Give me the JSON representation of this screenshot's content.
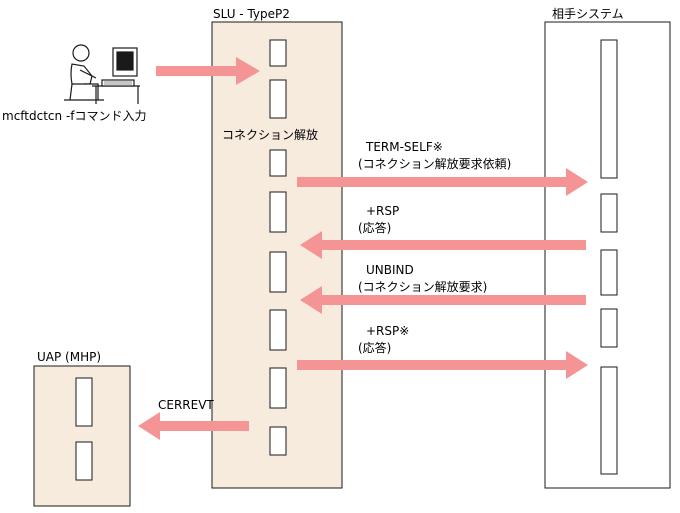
{
  "colors": {
    "panel_fill": "#f7ebde",
    "panel_stroke": "#1a1a1a",
    "arrow_fill": "#f59494",
    "box_fill": "#ffffff",
    "icon": "operator-at-terminal-icon"
  },
  "labels": {
    "slu_title": "SLU - TypeP2",
    "partner_title": "相手システム",
    "uap_title": "UAP (MHP)",
    "command": "mcftdctcn -fコマンド入力",
    "conn_release": "コネクション解放",
    "msg1_line1": "TERM-SELF※",
    "msg1_line2": "(コネクション解放要求依頼)",
    "msg2_line1": "+RSP",
    "msg2_line2": "(応答)",
    "msg3_line1": "UNBIND",
    "msg3_line2": "(コネクション解放要求)",
    "msg4_line1": "+RSP※",
    "msg4_line2": "(応答)",
    "cerrevt": "CERREVT"
  }
}
